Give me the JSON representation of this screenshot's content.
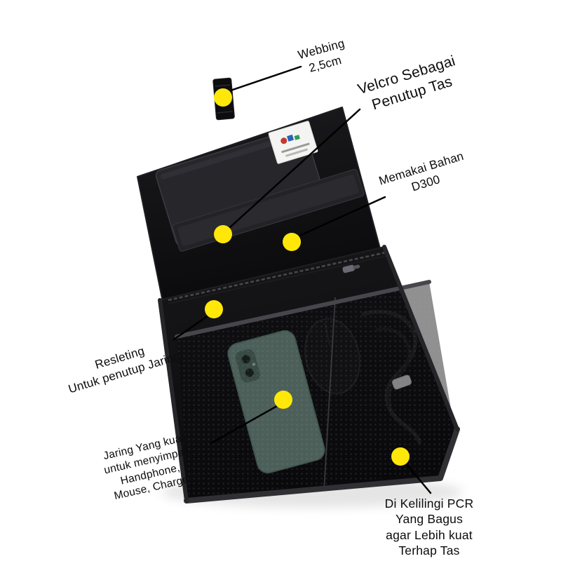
{
  "page": {
    "background": "#ffffff",
    "description": "Annotated product photo: black tech organizer pouch shown open, with yellow callout dots and Indonesian feature labels"
  },
  "colors": {
    "callout_dot": "#ffe70a",
    "callout_line": "#000000",
    "bag_fabric": "#101013",
    "phone_back": "#84a899",
    "text": "#0c0c0c"
  },
  "annotations": [
    {
      "id": "webbing",
      "text": "Webbing\n2,5cm"
    },
    {
      "id": "velcro",
      "text": "Velcro Sebagai\nPenutup Tas"
    },
    {
      "id": "material",
      "text": "Memakai Bahan\nD300"
    },
    {
      "id": "zipper",
      "text": "Resleting\nUntuk penutup Jaring"
    },
    {
      "id": "mesh",
      "text": "Jaring Yang kuat\nuntuk menyimpan\nHandphone,\nMouse, Charger"
    },
    {
      "id": "pcr",
      "text": "Di Kelilingi PCR\nYang Bagus\nagar Lebih kuat\nTerhap Tas"
    }
  ]
}
